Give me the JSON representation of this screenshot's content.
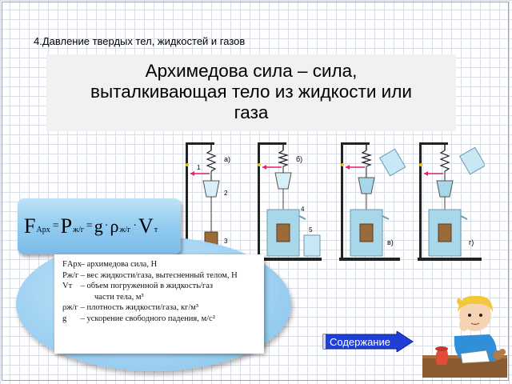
{
  "header": {
    "section_title": "4.Давление твердых тел, жидкостей и газов",
    "title_lines": [
      "Архимедова сила – сила,",
      "выталкивающая тело из жидкости или",
      "газа"
    ]
  },
  "formula": {
    "f": "F",
    "f_sub": "Арх",
    "eq1": "=",
    "p": "P",
    "p_sub": "ж/г",
    "eq2": "=",
    "g": "g",
    "dot1": "·",
    "rho": "ρ",
    "rho_sub": "ж/г",
    "dot2": "·",
    "v": "V",
    "v_sub": "т"
  },
  "legend": [
    {
      "symbol": "FАрх",
      "text": "– архимедова сила, Н"
    },
    {
      "symbol": "Pж/г",
      "text": "– вес жидкости/газа, вытесненный телом, Н"
    },
    {
      "symbol": "Vт",
      "text": "– объем погруженной в жидкость/газ"
    },
    {
      "symbol": "",
      "text": "части тела, м³"
    },
    {
      "symbol": "ρж/г",
      "text": "– плотность жидкости/газа, кг/м³"
    },
    {
      "symbol": "g",
      "text": "– ускорение свободного падения, м/с²"
    }
  ],
  "diagram": {
    "panel_labels": [
      "а)",
      "б)",
      "в)",
      "г)"
    ],
    "part_numbers": [
      "1",
      "2",
      "3",
      "4",
      "5"
    ]
  },
  "nav": {
    "toc_label": "Содержание"
  },
  "colors": {
    "title_box": "#f1f1f1",
    "formula_box": "#8ec9ef",
    "water": "#a9d7ea",
    "toc_button": "#1f3fd6",
    "pointer_arrow": "#e0206b",
    "block": "#9a6a3a"
  }
}
